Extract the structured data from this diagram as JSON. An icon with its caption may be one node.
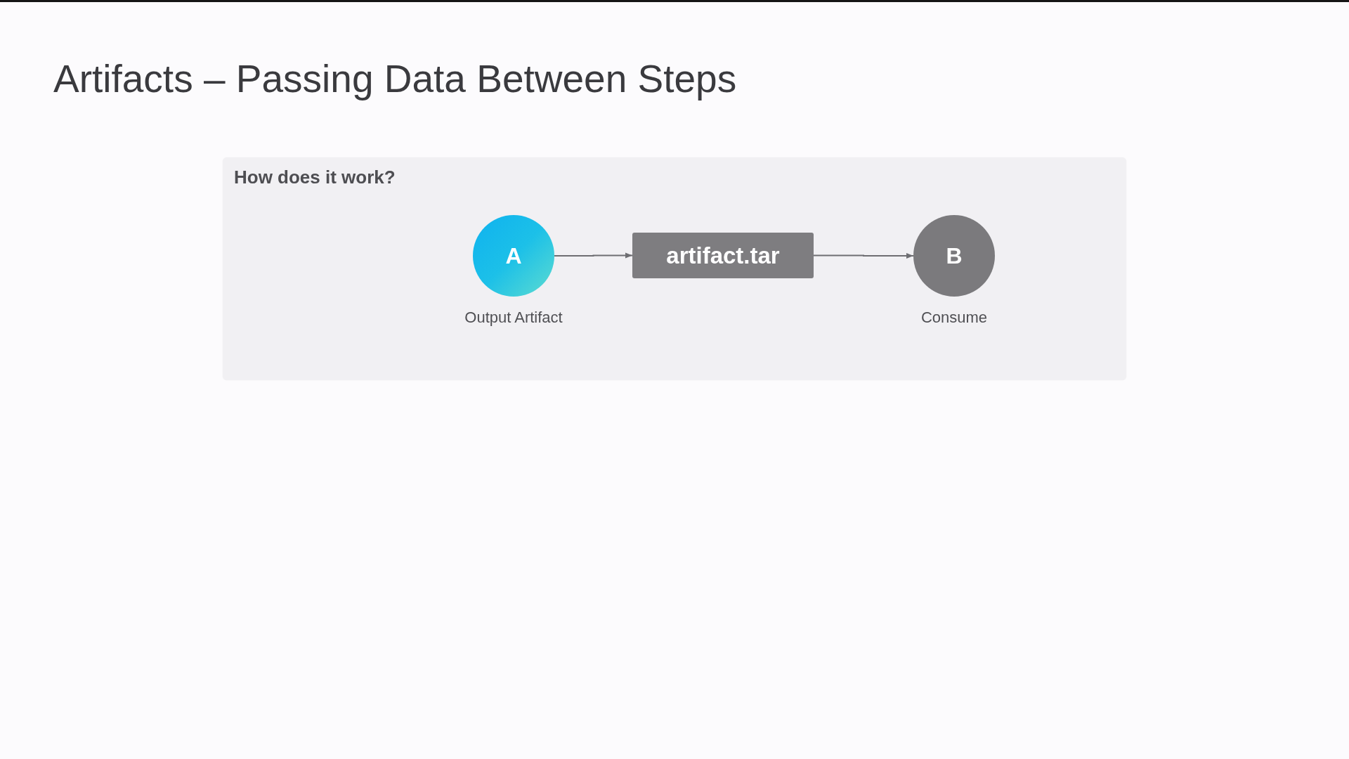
{
  "diagram": {
    "title": "Artifacts – Passing Data Between Steps",
    "nodes": [
      {
        "text": [
          "How does it work?"
        ]
      },
      {
        "text": [
          "A"
        ],
        "in": 0,
        "beside": [
          "Output Artifact"
        ]
      },
      {
        "text": [
          "artifact.tar"
        ],
        "in": 0
      },
      {
        "text": [
          "B"
        ],
        "in": 0,
        "beside": [
          "Consume"
        ]
      }
    ],
    "edges": [
      {
        "from": 1,
        "to": 2,
        "arrow": "to"
      },
      {
        "from": 2,
        "to": 3,
        "arrow": "to"
      }
    ]
  }
}
